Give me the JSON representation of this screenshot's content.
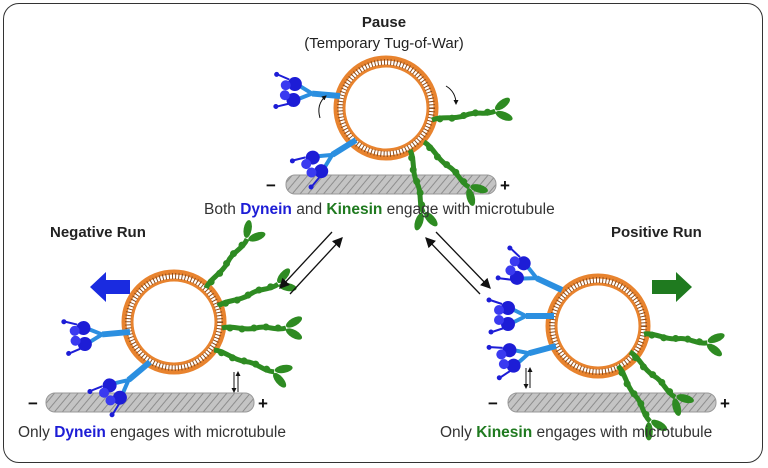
{
  "states": {
    "pause": {
      "title": "Pause",
      "subtitle": "(Temporary Tug-of-War)"
    },
    "negative": {
      "title": "Negative Run"
    },
    "positive": {
      "title": "Positive Run"
    }
  },
  "captions": {
    "both": {
      "p1": "Both ",
      "dynein": "Dynein",
      "p2": " and ",
      "kinesin": "Kinesin",
      "p3": " engage with microtubule"
    },
    "dynein_only": {
      "p1": "Only ",
      "dynein": "Dynein",
      "p2": " engages with microtubule"
    },
    "kinesin_only": {
      "p1": "Only ",
      "kinesin": "Kinesin",
      "p2": " engages with microtubule"
    }
  },
  "polarity": {
    "minus": "−",
    "plus": "+"
  },
  "colors": {
    "dynein": "#1d1dd6",
    "dynein_stalk": "#2b8fe0",
    "kinesin": "#2e8b22",
    "vesicle": "#e8832e",
    "microtubule": "#b9b9b9",
    "arrow_left": "#1a2be0",
    "arrow_right": "#1f7a1f"
  },
  "icons": {
    "negative_direction": "arrow-left-icon",
    "positive_direction": "arrow-right-icon"
  }
}
